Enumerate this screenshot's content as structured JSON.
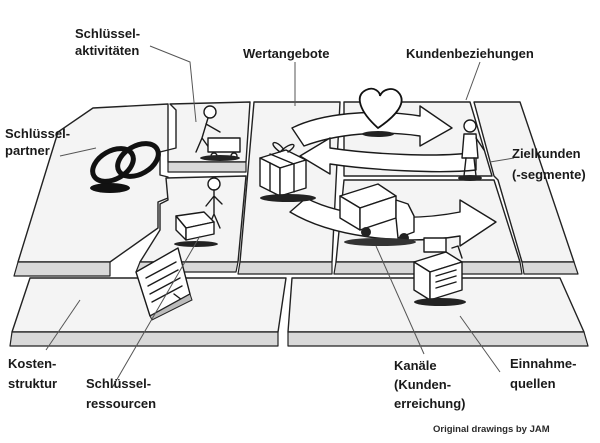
{
  "labels": {
    "schluesselaktivitaeten": [
      "Schlüssel-",
      "aktivitäten"
    ],
    "wertangebote": "Wertangebote",
    "kundenbeziehungen": "Kundenbeziehungen",
    "schluesselpartner": [
      "Schlüssel-",
      "partner"
    ],
    "zielkunden": [
      "Zielkunden",
      "(-segmente)"
    ],
    "kostenstruktur": [
      "Kosten-",
      "struktur"
    ],
    "schluesselressourcen": [
      "Schlüssel-",
      "ressourcen"
    ],
    "kanaele": [
      "Kanäle",
      "(Kunden-",
      "erreichung)"
    ],
    "einnahmequellen": [
      "Einnahme-",
      "quellen"
    ]
  },
  "credit": "Original drawings by JAM",
  "icons": {
    "partner": "interlocking-rings-icon",
    "activities": "worker-with-cart-icon",
    "resources": "person-with-crate-icon",
    "value": "gift-box-icon",
    "relationships": "heart-icon",
    "customers": "person-icon",
    "channels": "delivery-truck-icon",
    "revenue": "cash-register-icon",
    "costs": "document-icon"
  }
}
